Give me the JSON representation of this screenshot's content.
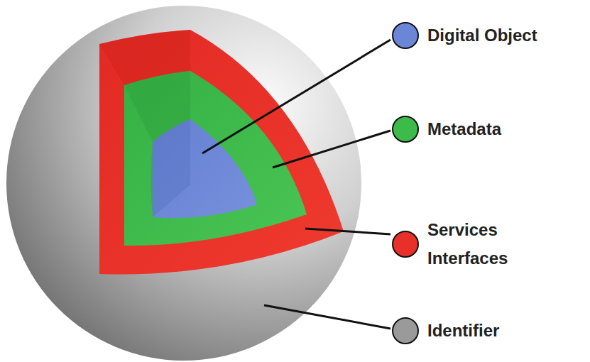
{
  "diagram": {
    "legend": [
      {
        "text": "Digital Object",
        "color": "#6b86d6"
      },
      {
        "text": "Metadata",
        "color": "#3dbb4a"
      },
      {
        "text": "Services Interfaces",
        "color": "#e8302a"
      },
      {
        "text": "Identifier",
        "color": "#9a9a9a"
      }
    ]
  }
}
